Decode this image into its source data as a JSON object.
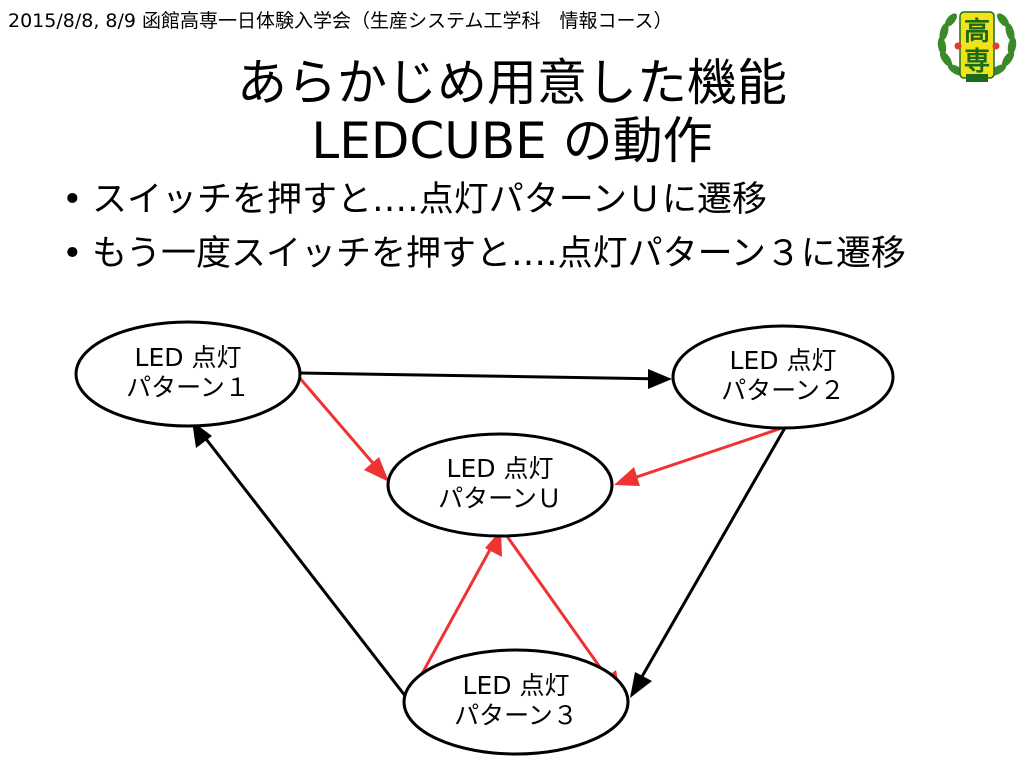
{
  "header": {
    "text": "2015/8/8, 8/9 函館高専一日体験入学会（生産システム工学科　情報コース）"
  },
  "title": {
    "line1": "あらかじめ用意した機能",
    "line2": "LEDCUBE の動作"
  },
  "bullets": [
    "スイッチを押すと‥‥点灯パターンＵに遷移",
    "もう一度スイッチを押すと‥‥点灯パターン３に遷移"
  ],
  "logo": {
    "icon": "laurel-emblem-icon",
    "char_top": "高",
    "char_bottom": "専",
    "colors": {
      "laurel": "#3a8a2a",
      "badge": "#f2e21a",
      "text": "#1c6a1c"
    }
  },
  "diagram": {
    "nodes": [
      {
        "id": "p1",
        "line1": "LED 点灯",
        "line2": "パターン１"
      },
      {
        "id": "p2",
        "line1": "LED 点灯",
        "line2": "パターン２"
      },
      {
        "id": "pu",
        "line1": "LED 点灯",
        "line2": "パターンＵ"
      },
      {
        "id": "p3",
        "line1": "LED 点灯",
        "line2": "パターン３"
      }
    ],
    "edges": [
      {
        "from": "p1",
        "to": "p2",
        "color": "#000000"
      },
      {
        "from": "p2",
        "to": "p3",
        "color": "#000000"
      },
      {
        "from": "p3",
        "to": "p1",
        "color": "#000000"
      },
      {
        "from": "p1",
        "to": "pu",
        "color": "#ee3333"
      },
      {
        "from": "p2",
        "to": "pu",
        "color": "#ee3333"
      },
      {
        "from": "pu",
        "to": "p3",
        "color": "#ee3333"
      },
      {
        "from": "p3",
        "to": "pu",
        "color": "#ee3333"
      }
    ]
  }
}
